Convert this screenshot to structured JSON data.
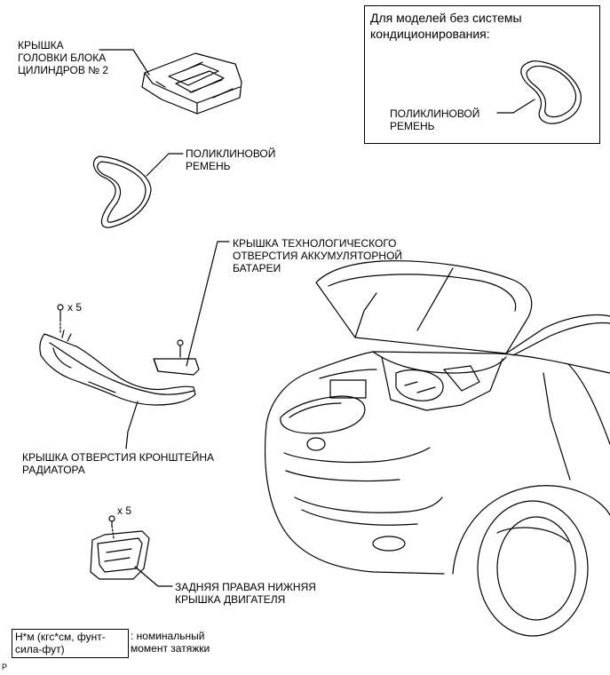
{
  "inset": {
    "title_lines": [
      "Для моделей без системы",
      "кондиционирования:"
    ],
    "belt_label_lines": [
      "ПОЛИКЛИНОВОЙ",
      "РЕМЕНЬ"
    ]
  },
  "parts": {
    "cylinder_head_cover_lines": [
      "КРЫШКА",
      "ГОЛОВКИ БЛОКА",
      "ЦИЛИНДРОВ № 2"
    ],
    "vribbed_belt_lines": [
      "ПОЛИКЛИНОВОЙ",
      "РЕМЕНЬ"
    ],
    "battery_hole_cover_lines": [
      "КРЫШКА ТЕХНОЛОГИЧЕСКОГО",
      "ОТВЕРСТИЯ АККУМУЛЯТОРНОЙ",
      "БАТАРЕИ"
    ],
    "radiator_support_cover_lines": [
      "КРЫШКА ОТВЕРСТИЯ КРОНШТЕЙНА",
      "РАДИАТОРА"
    ],
    "rear_right_under_cover_lines": [
      "ЗАДНЯЯ ПРАВАЯ НИЖНЯЯ",
      "КРЫШКА ДВИГАТЕЛЯ"
    ],
    "clip_count_radiator": "x 5",
    "clip_count_under_cover": "x 5"
  },
  "legend": {
    "box_lines": [
      "Н*м (кгс*см, фунт-",
      "сила-фут)"
    ],
    "desc_lines": [
      ": номинальный",
      "момент затяжки"
    ]
  },
  "figure_code": "P"
}
